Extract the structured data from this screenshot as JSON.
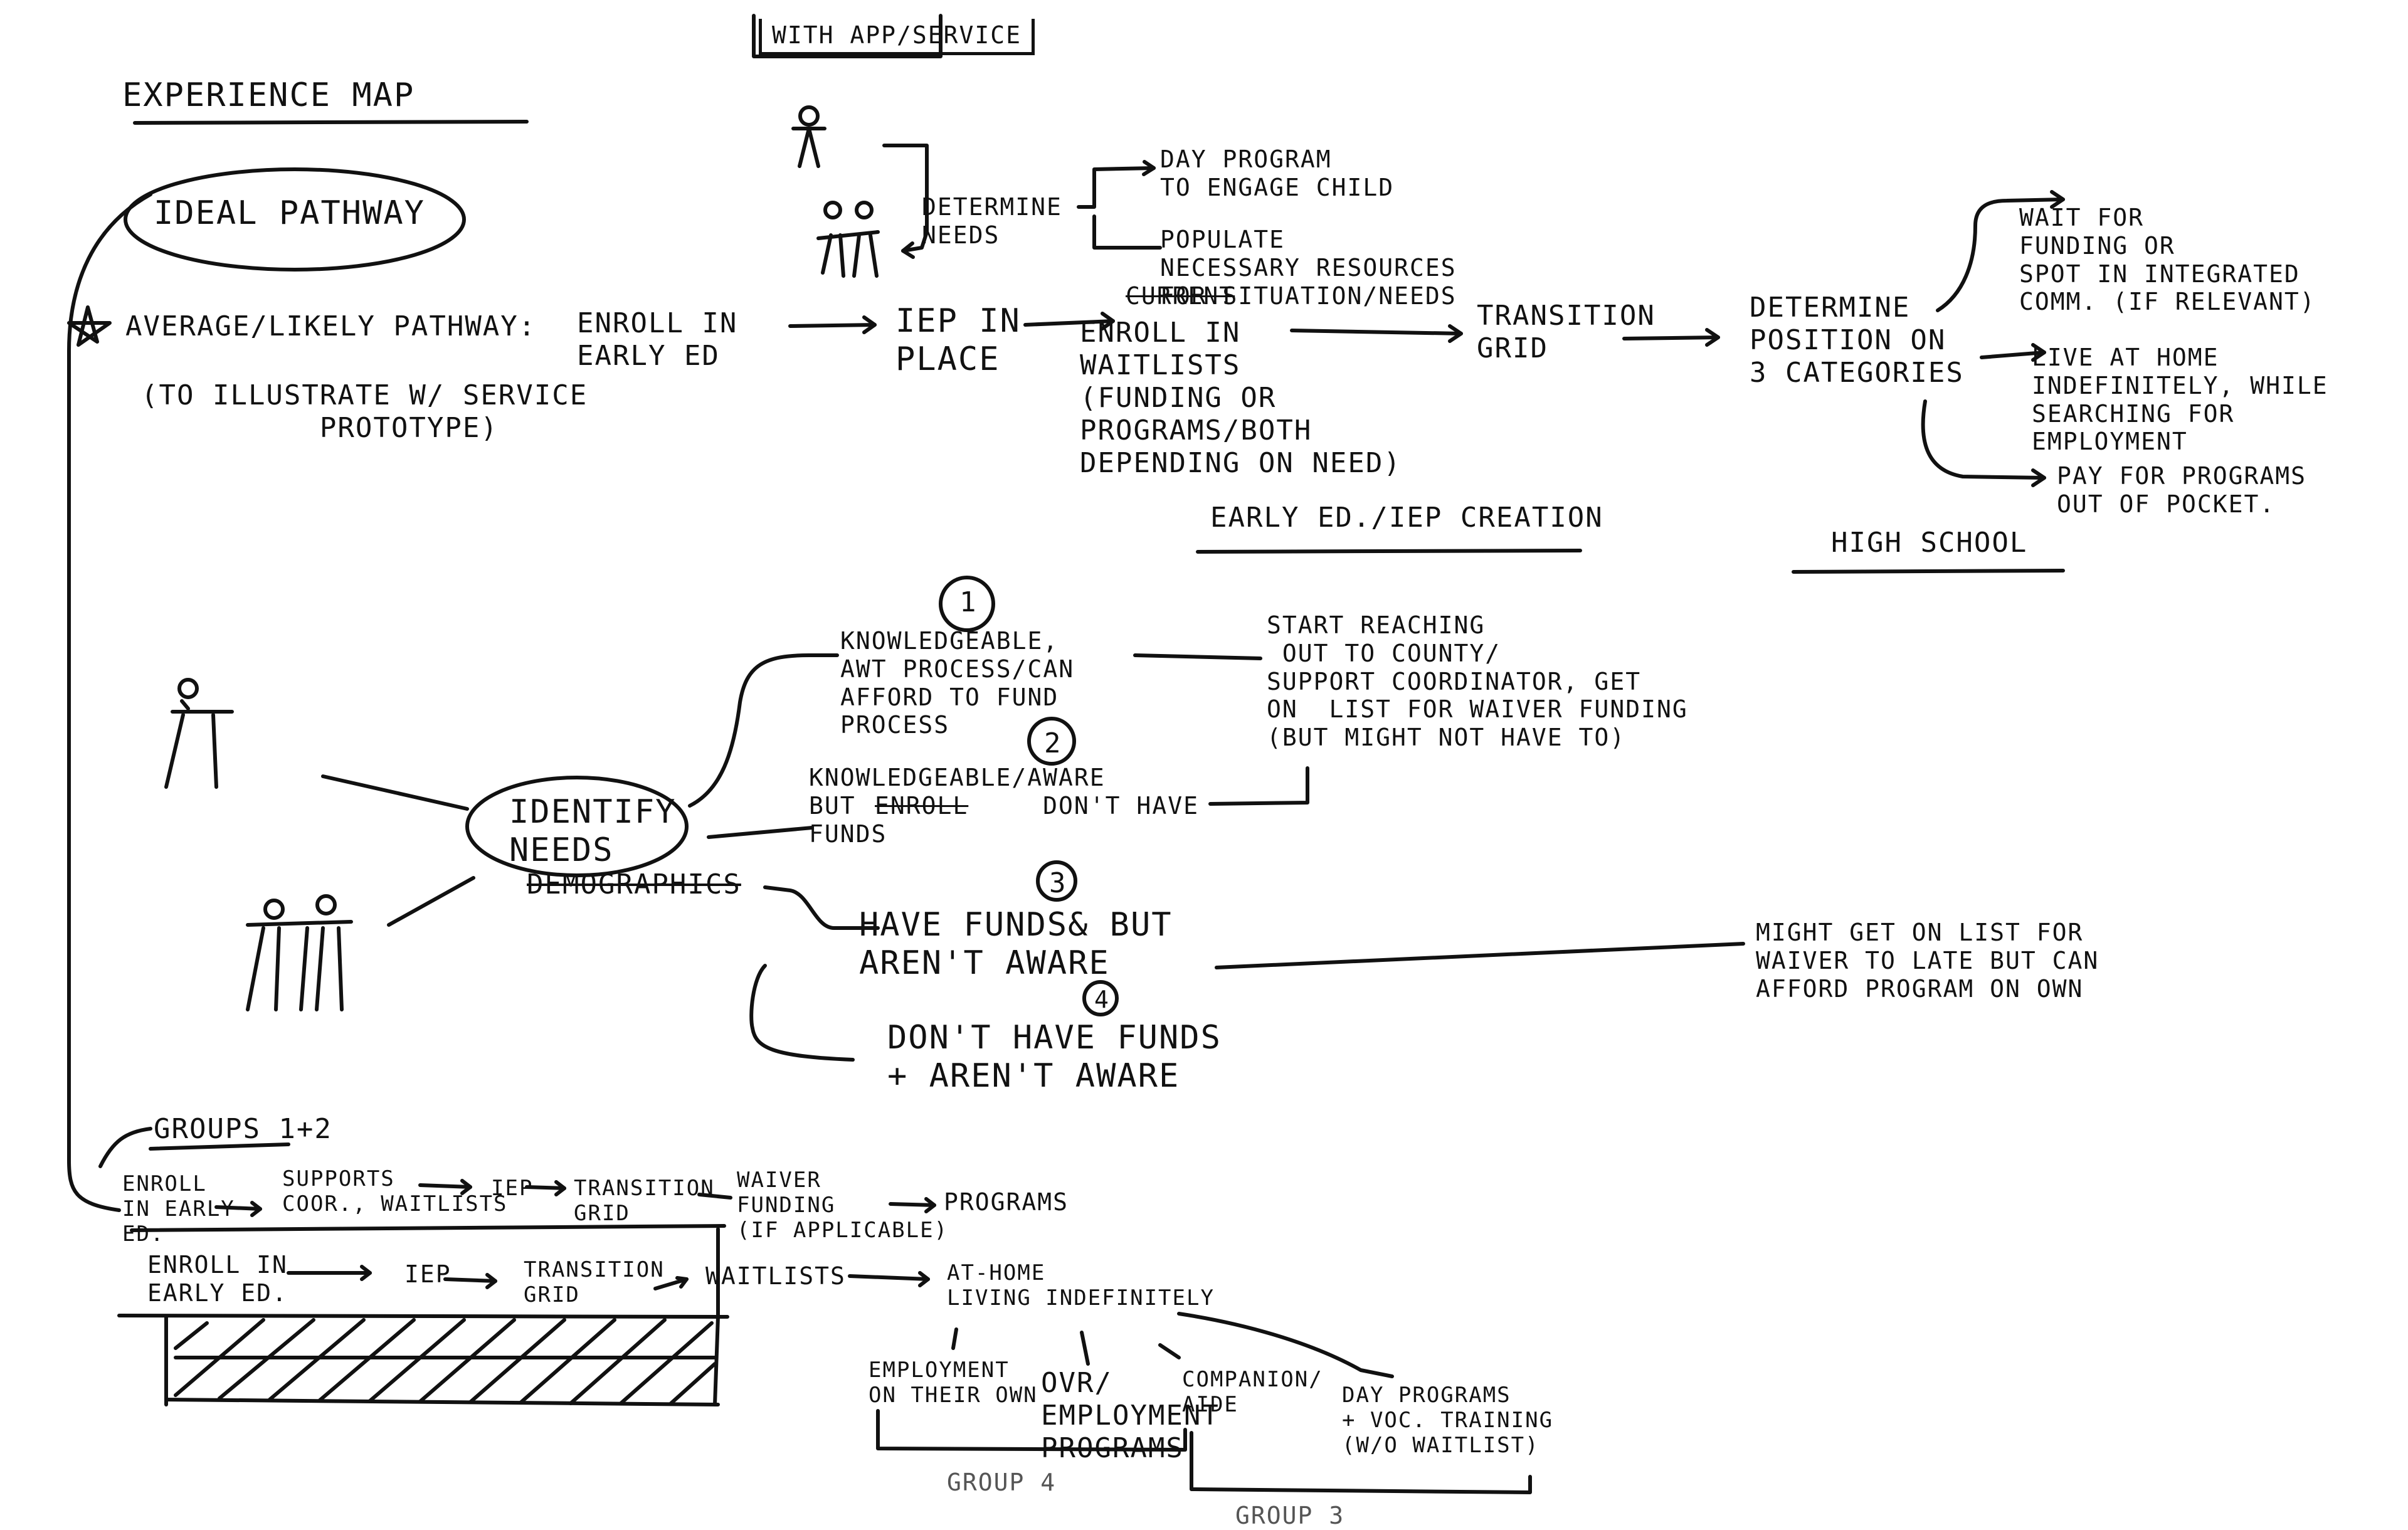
{
  "header": {
    "title": "EXPERIENCE MAP",
    "with_app": "WITH APP/SERVICE"
  },
  "top": {
    "ideal_pathway": "IDEAL PATHWAY",
    "average_pathway": "AVERAGE/LIKELY PATHWAY:",
    "illustrate_note": "(TO ILLUSTRATE W/ SERVICE\n          PROTOTYPE)",
    "enroll_early_ed": "ENROLL IN\nEARLY ED",
    "determine_needs": "DETERMINE\nNEEDS",
    "day_program": "DAY PROGRAM\nTO ENGAGE CHILD",
    "populate": "POPULATE\nNECESSARY RESOURCES\nFOR SITUATION/NEEDS",
    "struck_word": "CURRENT",
    "iep_in_place": "IEP IN\nPLACE",
    "enroll_waitlists": "ENROLL IN\nWAITLISTS\n(FUNDING OR\nPROGRAMS/BOTH\nDEPENDING ON NEED)",
    "transition_grid": "TRANSITION\nGRID",
    "determine_position": "DETERMINE\nPOSITION ON\n3 CATEGORIES",
    "wait_funding": "WAIT FOR\nFUNDING OR\nSPOT IN INTEGRATED\nCOMM. (IF RELEVANT)",
    "live_at_home": "LIVE AT HOME\nINDEFINITELY, WHILE\nSEARCHING FOR\nEMPLOYMENT",
    "pay_programs": "PAY FOR PROGRAMS\nOUT OF POCKET.",
    "early_ed_label": "EARLY ED./IEP CREATION",
    "high_school_label": "HIGH SCHOOL"
  },
  "middle": {
    "identify_needs": "IDENTIFY\nNEEDS",
    "demographics": "DEMOGRAPHICS",
    "num1": "1",
    "group1": "KNOWLEDGEABLE,\nAWT PROCESS/CAN\nAFFORD TO FUND\nPROCESS",
    "num2": "2",
    "group2": "KNOWLEDGEABLE/AWARE\nBUT            DON'T HAVE\nFUNDS",
    "struck_word2": "ENROLL",
    "num3": "3",
    "group3": "HAVE FUNDS& BUT\nAREN'T AWARE",
    "num4": "4",
    "group4": "DON'T HAVE FUNDS\n+ AREN'T AWARE",
    "start_reaching": "START REACHING\n OUT TO COUNTY/\nSUPPORT COORDINATOR, GET\nON  LIST FOR WAIVER FUNDING\n(BUT MIGHT NOT HAVE TO)",
    "might_get_list": "MIGHT GET ON LIST FOR\nWAIVER TO LATE BUT CAN\nAFFORD PROGRAM ON OWN"
  },
  "bottom": {
    "groups_label": "GROUPS 1+2",
    "row1": [
      "ENROLL\nIN EARLY\nED.",
      "SUPPORTS\nCOOR., WAITLISTS",
      "IEP",
      "TRANSITION\nGRID",
      "WAIVER\nFUNDING\n(IF APPLICABLE)",
      "PROGRAMS"
    ],
    "row2": [
      "ENROLL IN\nEARLY ED.",
      "IEP",
      "TRANSITION\nGRID",
      "WAITLISTS",
      "AT-HOME\nLIVING INDEFINITELY"
    ],
    "branches": [
      "EMPLOYMENT\nON THEIR OWN",
      "OVR/\nEMPLOYMENT\nPROGRAMS",
      "COMPANION/\nAIDE",
      "DAY PROGRAMS\n+ VOC. TRAINING\n(W/O WAITLIST)"
    ],
    "group4_label": "GROUP 4",
    "group3_label": "GROUP 3"
  }
}
